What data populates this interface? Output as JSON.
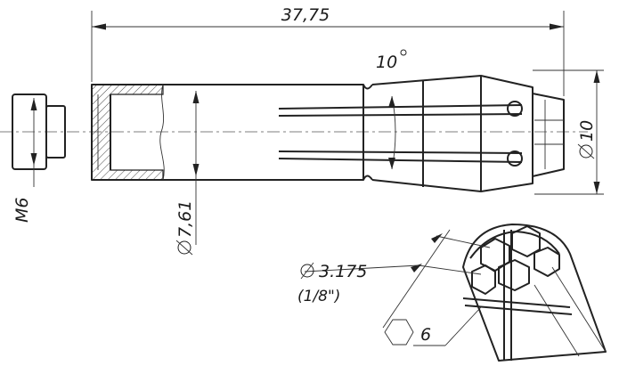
{
  "dimensions": {
    "overall_length": "37,75",
    "taper_angle": "10",
    "outer_diameter": "10",
    "bore_diameter": "7,61",
    "thread": "M6",
    "shank_diameter": "3.175",
    "shank_diameter_inch": "(1/8\")",
    "hex_size": "6"
  },
  "colors": {
    "line": "#222222",
    "background": "#ffffff"
  }
}
